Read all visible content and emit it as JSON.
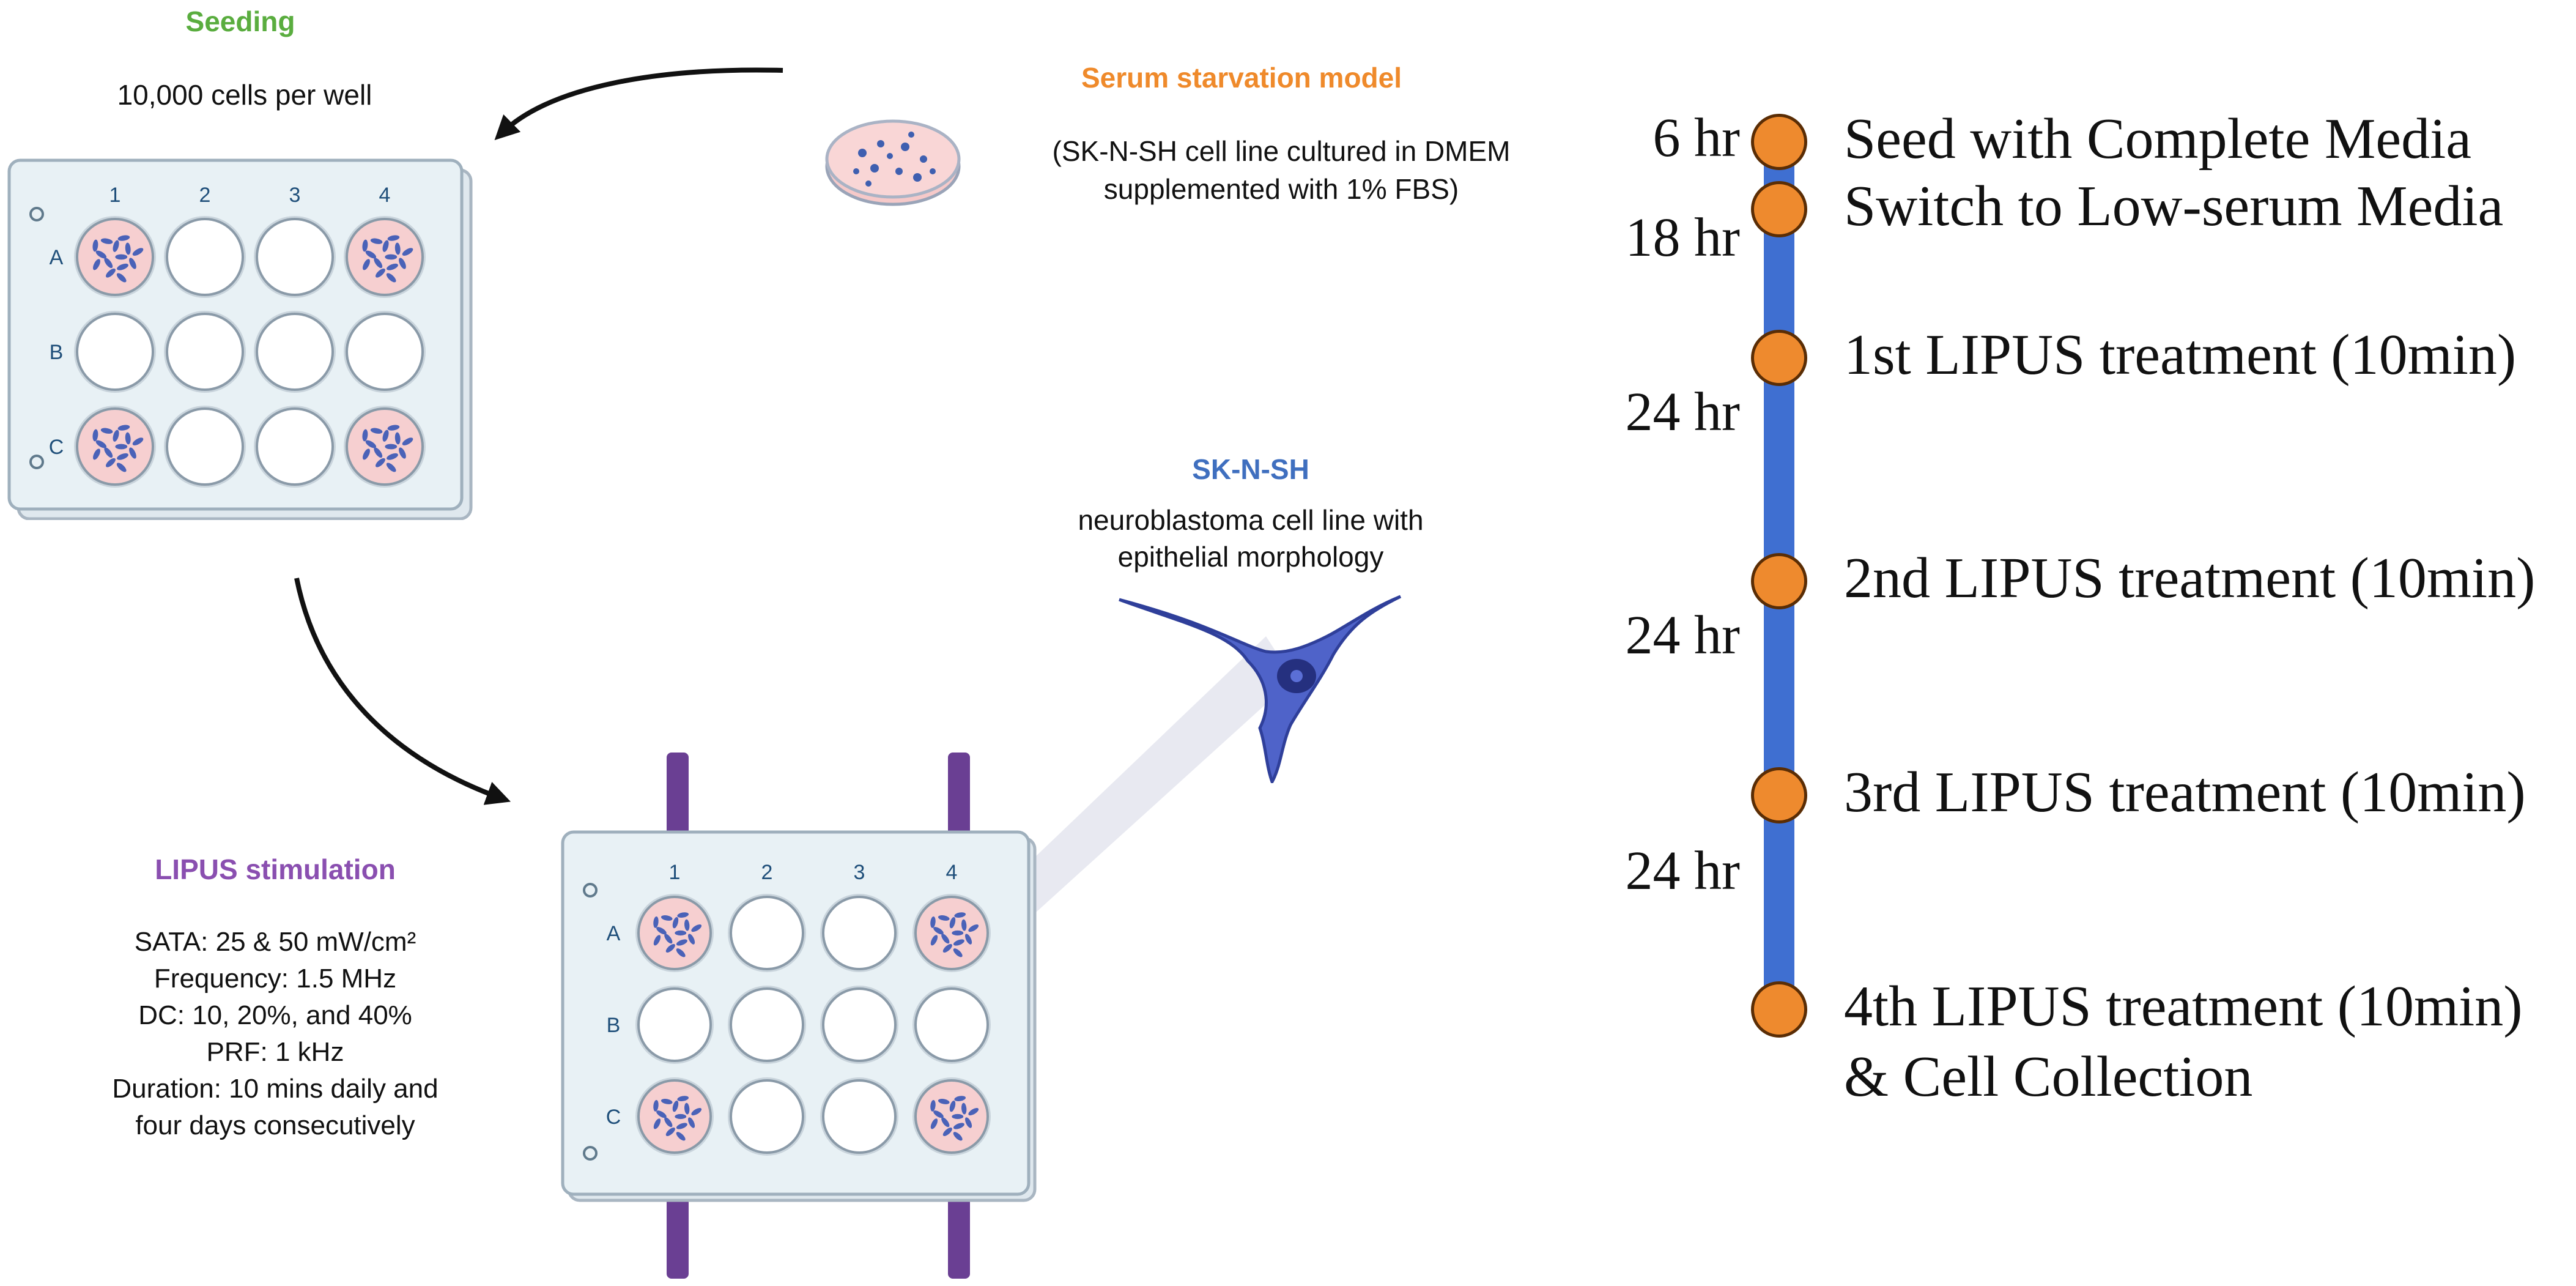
{
  "seeding": {
    "title": "Seeding",
    "subtitle": "10,000 cells per well",
    "title_color": "#5aad3f"
  },
  "serum_model": {
    "title": "Serum starvation model",
    "desc_lines": [
      "(SK-N-SH cell line cultured in DMEM",
      "supplemented with 1% FBS)"
    ],
    "title_color": "#ef8a2b"
  },
  "cell_line": {
    "title": "SK-N-SH",
    "desc_lines": [
      "neuroblastoma cell line with",
      "epithelial morphology"
    ],
    "title_color": "#3f6fbf"
  },
  "lipus": {
    "title": "LIPUS stimulation",
    "title_color": "#8a4fb0",
    "param_lines": [
      "SATA: 25 & 50 mW/cm²",
      "Frequency: 1.5 MHz",
      "DC: 10, 20%, and 40%",
      "PRF: 1 kHz",
      "Duration: 10 mins daily and",
      "four days consecutively"
    ]
  },
  "plate": {
    "columns": [
      "1",
      "2",
      "3",
      "4"
    ],
    "rows": [
      "A",
      "B",
      "C"
    ],
    "seeded_wells": [
      "A1",
      "A4",
      "C1",
      "C4"
    ]
  },
  "timeline": {
    "line_color": "#3f6fd1",
    "dot_color": "#ee8a2e",
    "events": [
      {
        "label_lines": [
          "Seed with Complete Media"
        ]
      },
      {
        "label_lines": [
          "Switch to Low-serum Media"
        ]
      },
      {
        "label_lines": [
          "1st LIPUS treatment (10min)"
        ]
      },
      {
        "label_lines": [
          "2nd LIPUS treatment (10min)"
        ]
      },
      {
        "label_lines": [
          "3rd LIPUS treatment (10min)"
        ]
      },
      {
        "label_lines": [
          "4th LIPUS treatment (10min)",
          "& Cell Collection"
        ]
      }
    ],
    "intervals": [
      "6 hr",
      "18 hr",
      "24 hr",
      "24 hr",
      "24 hr"
    ]
  }
}
